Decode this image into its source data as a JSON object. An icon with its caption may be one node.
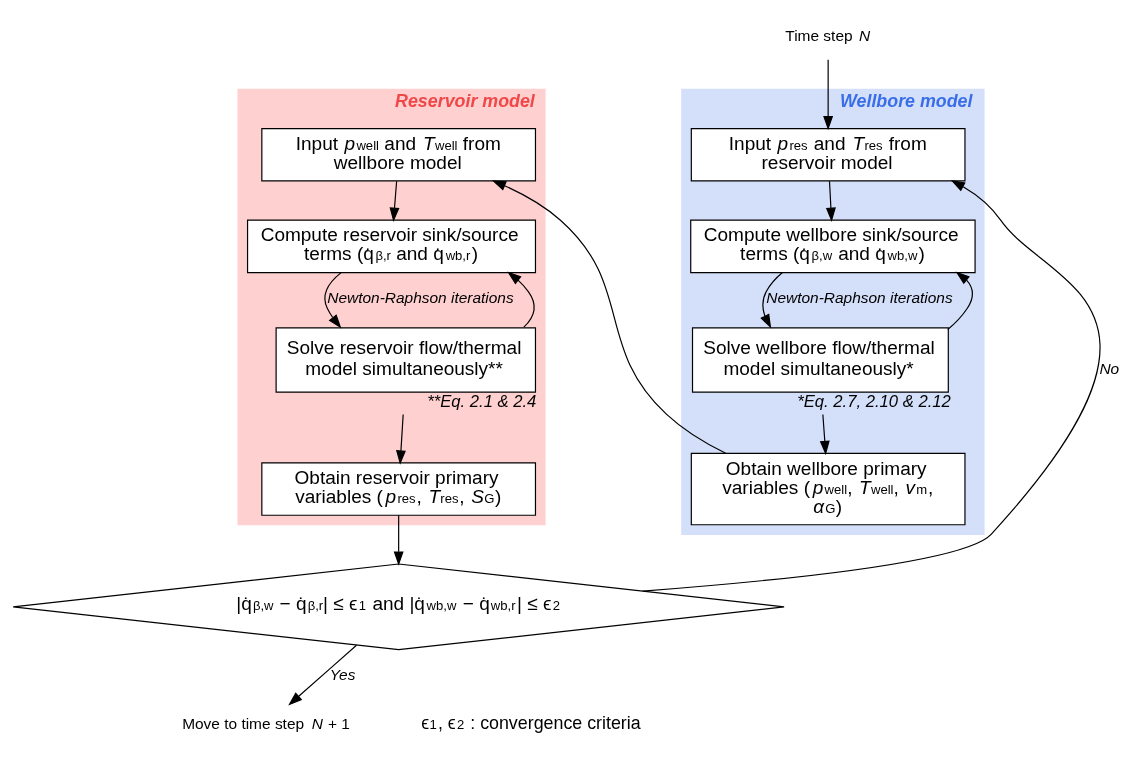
{
  "diagram": {
    "nodes": [
      {
        "text": [
          "Wellbore model"
        ]
      },
      {
        "text": [
          "Input *p*$_{res}$ and *T*$_{res}$ from reservoir model"
        ],
        "in": 0
      },
      {
        "text": [
          "Compute wellbore sink/source terms (q̇$_{β,w}$ and q̇$_{wb,w}$)"
        ],
        "in": 0
      },
      {
        "text": [
          "Solve wellbore flow/thermal model simultaneously*"
        ],
        "in": 0,
        "beside": [
          "*Eq. 2.7, 2.10 & 2.12"
        ]
      },
      {
        "text": [
          "Obtain wellbore primary variables (*p*$_{well}$, *T*$_{well}$, *v*$_{m}$, *α*$_{G}$)"
        ],
        "in": 0
      },
      {
        "text": [
          "Reservoir model"
        ]
      },
      {
        "text": [
          "Input *p*$_{well}$ and *T*$_{well}$ from wellbore model"
        ],
        "in": 5
      },
      {
        "text": [
          "Compute reservoir sink/source terms (q̇$_{β,r}$ and q̇$_{wb,r}$)"
        ],
        "in": 5
      },
      {
        "text": [
          "Solve reservoir flow/thermal model simultaneously**"
        ],
        "in": 5,
        "beside": [
          "**Eq. 2.1 & 2.4"
        ]
      },
      {
        "text": [
          "Obtain reservoir primary variables (*p*$_{res}$, *T*$_{res}$, *S*$_{G}$)"
        ],
        "in": 5
      },
      {
        "text": [
          "|q̇$_{β,w}$ − q̇$_{β,r}$| ≤ ϵ$_{1}$ and |q̇$_{wb,w}$ − q̇$_{wb,r}$| ≤ ϵ$_{2}$"
        ]
      },
      {
        "text": [
          "Time step *N*"
        ]
      },
      {
        "text": [
          "Move to time step *N* + 1"
        ]
      }
    ],
    "edges": [
      {
        "from": 11,
        "to": 1,
        "arrow": "to"
      },
      {
        "from": 1,
        "to": 2,
        "arrow": "to"
      },
      {
        "from": 2,
        "to": 3,
        "arrow": "to",
        "label": "Newton-Raphson iterations"
      },
      {
        "from": 3,
        "to": 2,
        "arrow": "to"
      },
      {
        "from": 3,
        "to": 4,
        "arrow": "to"
      },
      {
        "from": 4,
        "to": 6,
        "arrow": "to"
      },
      {
        "from": 6,
        "to": 7,
        "arrow": "to"
      },
      {
        "from": 7,
        "to": 8,
        "arrow": "to",
        "label": "Newton-Raphson iterations"
      },
      {
        "from": 8,
        "to": 7,
        "arrow": "to"
      },
      {
        "from": 8,
        "to": 9,
        "arrow": "to"
      },
      {
        "from": 9,
        "to": 10,
        "arrow": "to"
      },
      {
        "from": 10,
        "to": 1,
        "arrow": "to",
        "label": "No"
      },
      {
        "from": 10,
        "to": 12,
        "arrow": "to",
        "label": "Yes"
      }
    ],
    "labels": [
      "ϵ$_{1}$, ϵ$_{2}$ : convergence criteria"
    ]
  }
}
